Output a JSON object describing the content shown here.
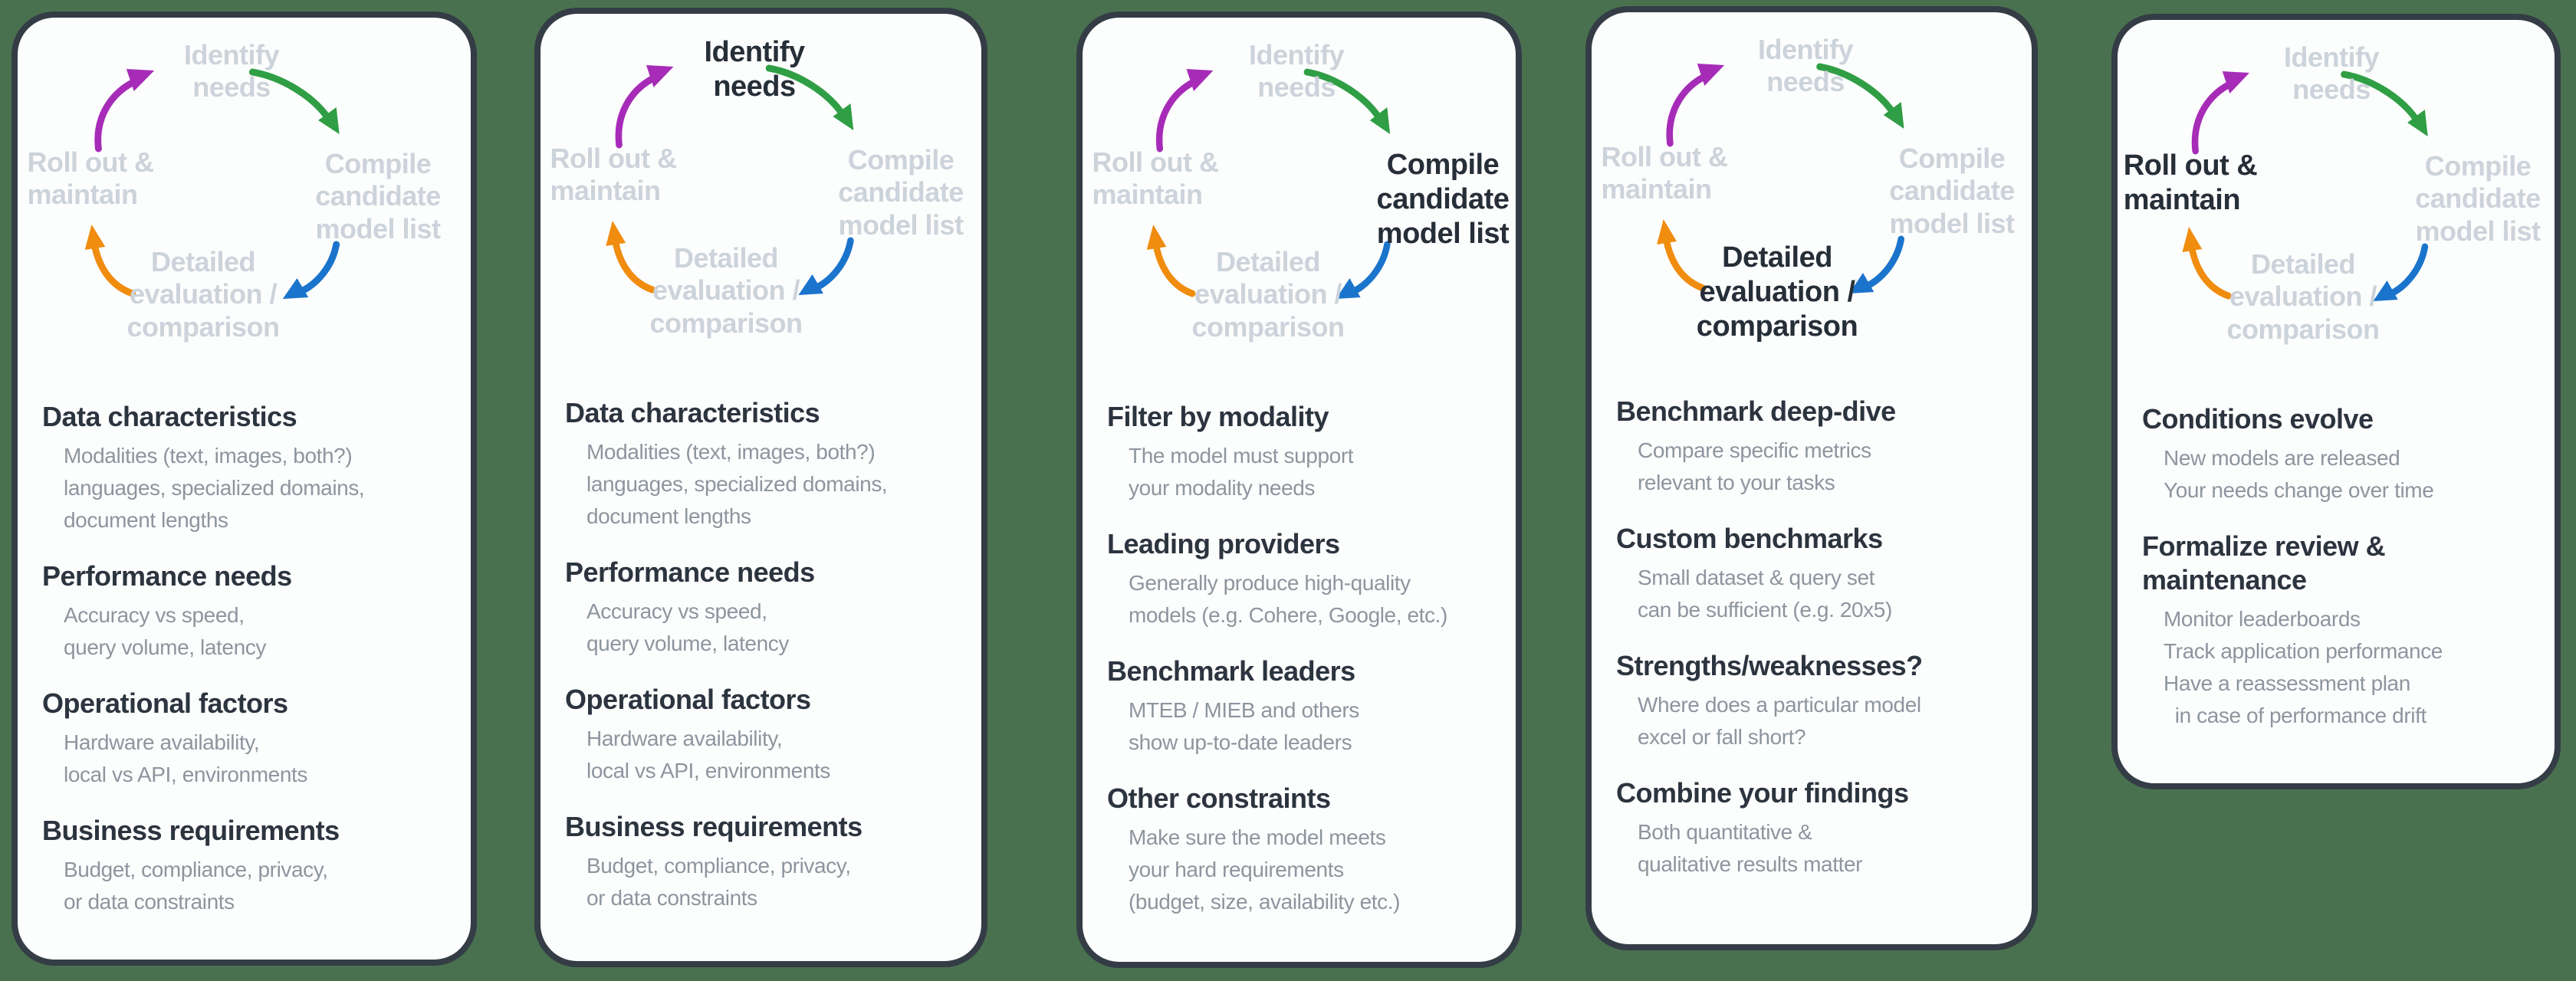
{
  "page": {
    "background_color": "#4a714f",
    "card_background": "#fcfdfd",
    "card_border_color": "#343c46"
  },
  "cycle": {
    "steps": [
      {
        "id": "identify",
        "label": "Identify\nneeds"
      },
      {
        "id": "compile",
        "label": "Compile\ncandidate\nmodel list"
      },
      {
        "id": "evaluate",
        "label": "Detailed\nevaluation /\ncomparison"
      },
      {
        "id": "rollout",
        "label": "Roll out &\nmaintain"
      }
    ],
    "inactive_label_color": "#ccd3da",
    "active_label_color": "#262e38",
    "arrows": [
      {
        "name": "identify-to-compile",
        "color": "#2f9e44"
      },
      {
        "name": "compile-to-evaluate",
        "color": "#1b74cc"
      },
      {
        "name": "evaluate-to-rollout",
        "color": "#f08c0e"
      },
      {
        "name": "rollout-to-identify",
        "color": "#a62cb8"
      }
    ]
  },
  "cards": [
    {
      "active_step": null,
      "sections": [
        {
          "heading": "Data characteristics",
          "body": [
            "Modalities (text, images, both?)",
            "languages, specialized domains,",
            "document lengths"
          ]
        },
        {
          "heading": "Performance needs",
          "body": [
            "Accuracy vs speed,",
            "query volume, latency"
          ]
        },
        {
          "heading": "Operational factors",
          "body": [
            "Hardware availability,",
            "local vs API, environments"
          ]
        },
        {
          "heading": "Business requirements",
          "body": [
            "Budget, compliance, privacy,",
            "or data constraints"
          ]
        }
      ]
    },
    {
      "active_step": "identify",
      "sections": [
        {
          "heading": "Data characteristics",
          "body": [
            "Modalities (text, images, both?)",
            "languages, specialized domains,",
            "document lengths"
          ]
        },
        {
          "heading": "Performance needs",
          "body": [
            "Accuracy vs speed,",
            "query volume, latency"
          ]
        },
        {
          "heading": "Operational factors",
          "body": [
            "Hardware availability,",
            "local vs API, environments"
          ]
        },
        {
          "heading": "Business requirements",
          "body": [
            "Budget, compliance, privacy,",
            "or data constraints"
          ]
        }
      ]
    },
    {
      "active_step": "compile",
      "sections": [
        {
          "heading": "Filter by modality",
          "body": [
            "The model must support",
            "your modality needs"
          ]
        },
        {
          "heading": "Leading providers",
          "body": [
            "Generally produce high-quality",
            "models (e.g. Cohere, Google, etc.)"
          ]
        },
        {
          "heading": "Benchmark leaders",
          "body": [
            "MTEB / MIEB and others",
            "show up-to-date leaders"
          ]
        },
        {
          "heading": "Other constraints",
          "body": [
            "Make sure the model meets",
            "your hard requirements",
            "(budget, size, availability etc.)"
          ]
        }
      ]
    },
    {
      "active_step": "evaluate",
      "sections": [
        {
          "heading": "Benchmark deep-dive",
          "body": [
            "Compare specific metrics",
            "relevant to your tasks"
          ]
        },
        {
          "heading": "Custom benchmarks",
          "body": [
            "Small dataset & query set",
            "can be sufficient (e.g. 20x5)"
          ]
        },
        {
          "heading": "Strengths/weaknesses?",
          "body": [
            "Where does a particular model",
            "excel or fall short?"
          ]
        },
        {
          "heading": "Combine your findings",
          "body": [
            "Both quantitative &",
            "qualitative results matter"
          ]
        }
      ]
    },
    {
      "active_step": "rollout",
      "sections": [
        {
          "heading": "Conditions evolve",
          "body": [
            "New models are released",
            "Your needs change over time"
          ]
        },
        {
          "heading": "Formalize review &\nmaintenance",
          "body": [
            "Monitor leaderboards",
            "Track application performance",
            "Have a reassessment plan",
            "  in case of performance drift"
          ]
        }
      ]
    }
  ]
}
